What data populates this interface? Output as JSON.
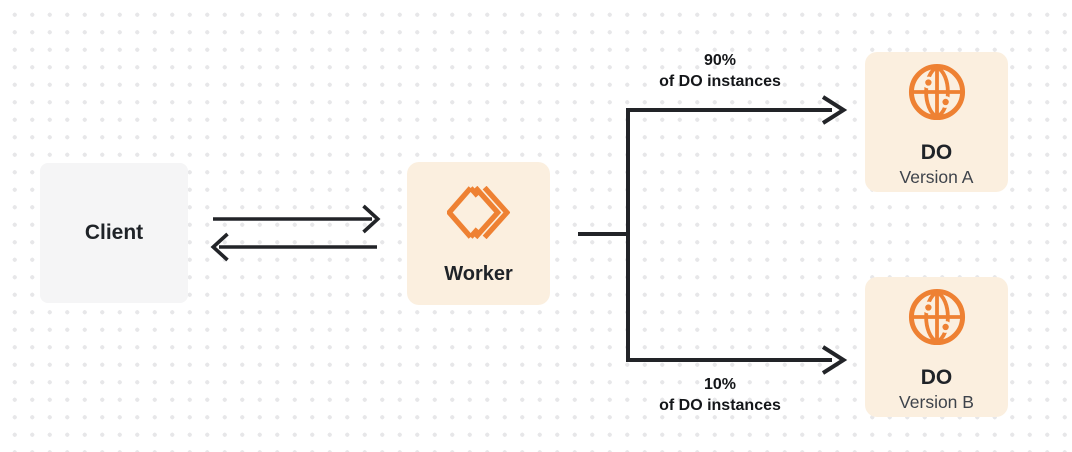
{
  "nodes": {
    "client": {
      "label": "Client"
    },
    "worker": {
      "label": "Worker",
      "icon": "cloudflare-workers-icon"
    },
    "do_version_a": {
      "title": "DO",
      "subtitle": "Version A",
      "icon": "globe-icon"
    },
    "do_version_b": {
      "title": "DO",
      "subtitle": "Version B",
      "icon": "globe-icon"
    }
  },
  "edges": {
    "worker_to_do_a": {
      "label_line1": "90%",
      "label_line2": "of DO instances"
    },
    "worker_to_do_b": {
      "label_line1": "10%",
      "label_line2": "of DO instances"
    }
  },
  "colors": {
    "accent_orange": "#EE8133",
    "node_peach": "#FBEFDF",
    "node_gray": "#F5F5F6",
    "line_ink": "#222428",
    "title_text": "#1F2328",
    "subtitle_text": "#3E434B",
    "dot_grid": "#E7E7E9",
    "background": "#FFFFFF"
  }
}
